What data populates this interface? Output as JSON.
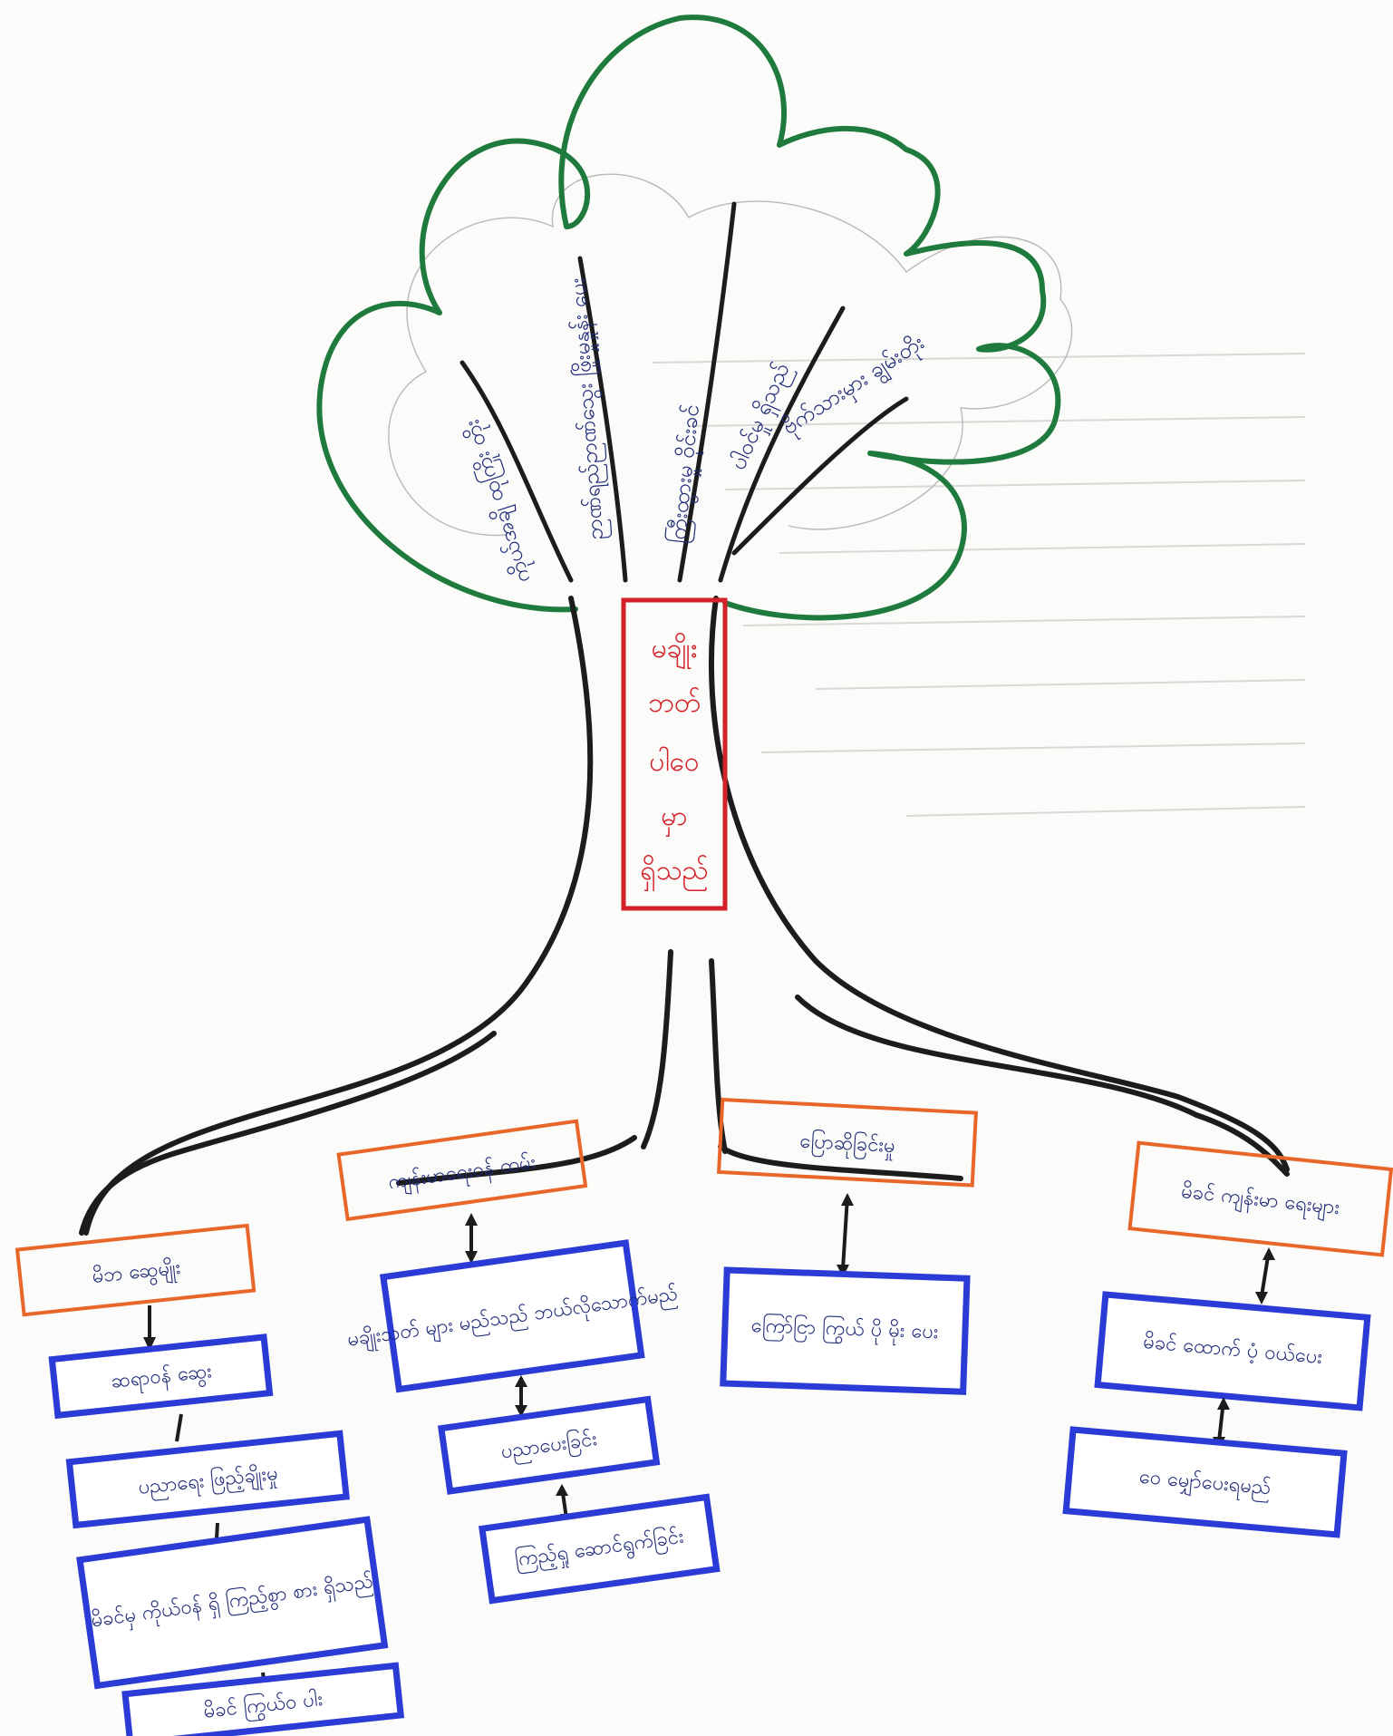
{
  "trunk": {
    "lines": [
      "မချိုး",
      "ဘတ်",
      "ပါဝေ",
      "မှာ",
      "ရှိသည်"
    ]
  },
  "branches": [
    {
      "label": "ကိုယ်အချိ ထုကြိုး တိုး"
    },
    {
      "label": "ဉာဏ်ရည်ဉာဏ်သွေး ဖြိုးမှုနှုန်း ပေး"
    },
    {
      "label": "ကြီးထွားမှု ဝိုင်းခင်"
    },
    {
      "label": "ပါဝင်မှု ရှိသည်"
    },
    {
      "label": "ဗိုက်သားမှား ချွမ်းတိုး"
    }
  ],
  "categories": [
    {
      "label": "မိဘ ဆွေမျိုး",
      "boxes": [
        "ဆရာဝန် ဆွေး",
        "ပညာရေး ဖြည့်ချိုးမှု",
        "မိခင်မှ ကိုယ်ဝန် ရှိ ကြည့်စွာ စား ရှိသည်",
        "မိခင် ကြွယ်ဝ ပါး"
      ]
    },
    {
      "label": "ကျန်းမာရေးဝန် ထမ်း",
      "boxes": [
        "မချိုးသတ် များ မည်သည် ဘယ်လိုသောက်မည်",
        "ပညာပေးခြင်း",
        "ကြည့်ရှု ဆောင်ရွက်ခြင်း"
      ]
    },
    {
      "label": "ပြောဆိုခြင်းမှု",
      "boxes": [
        "ကြော်ငြာ ကြွယ် ပို မိုး ပေး"
      ]
    },
    {
      "label": "မိခင် ကျန်းမာ ရေးများ",
      "boxes": [
        "မိခင် ထောက် ပံ့ ဝယ်ပေး",
        "ဝေ မျှော်ပေးရမည်"
      ]
    }
  ],
  "colors": {
    "crown": "#1f7a3e",
    "trunk_label": "#d4222a",
    "category_box": "#e8662a",
    "info_box": "#2a3bd6",
    "ink": "#1c1c1c"
  }
}
